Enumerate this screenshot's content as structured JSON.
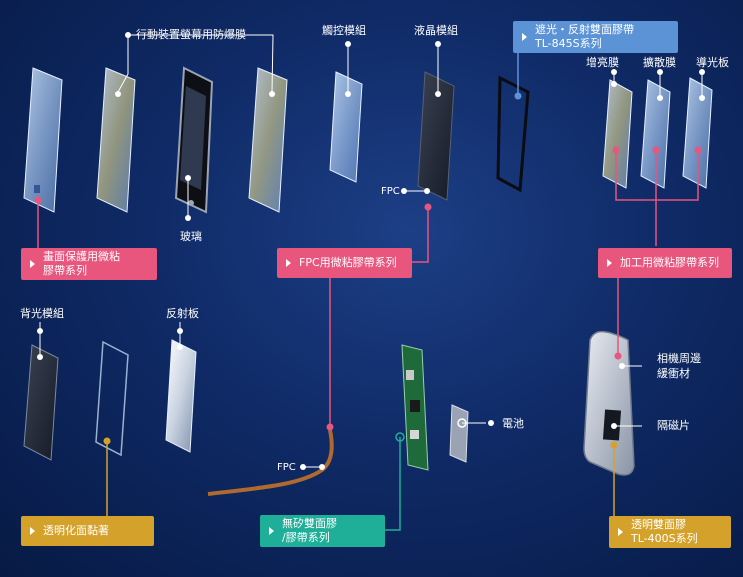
{
  "labels": {
    "screen_film": "行動裝置螢幕用防爆膜",
    "touch_module": "觸控模組",
    "lcd_module": "液晶模組",
    "brightness_film": "增亮膜",
    "diffuser_film": "擴散膜",
    "light_guide": "導光板",
    "glass": "玻璃",
    "fpc_top": "FPC",
    "backlight_module": "背光模組",
    "reflector": "反射板",
    "fpc_bottom": "FPC",
    "battery": "電池",
    "camera_buffer_1": "相機周邊",
    "camera_buffer_2": "緩衝材",
    "magnetic_sheet": "隔磁片"
  },
  "boxes": {
    "shading": {
      "line1": "遮光・反射雙面膠帶",
      "line2": "TL-845S系列"
    },
    "protect": {
      "line1": "畫面保護用微粘",
      "line2": "膠帶系列"
    },
    "fpc_series": {
      "line1": "FPC用微粘膠帶系列"
    },
    "processing": {
      "line1": "加工用微粘膠帶系列"
    },
    "transparent_adhesion": {
      "line1": "透明化面黏著"
    },
    "silicone_free": {
      "line1": "無矽雙面膠",
      "line2": "/膠帶系列"
    },
    "transparent_tape": {
      "line1": "透明雙面膠",
      "line2": "TL-400S系列"
    }
  },
  "colors": {
    "pink": "#e8557d",
    "blue": "#5b93d6",
    "gold": "#d4a22a",
    "teal": "#1fae98",
    "background": "#0f2a66"
  }
}
